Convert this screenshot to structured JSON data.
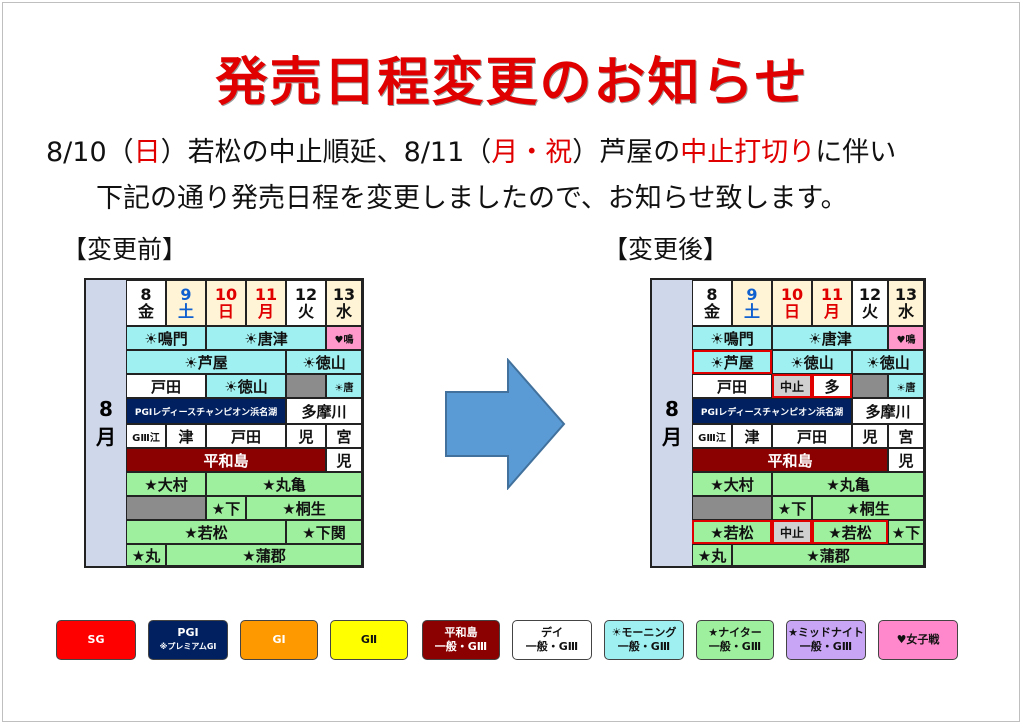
{
  "title": "発売日程変更のお知らせ",
  "notice": {
    "l1a": "8/10（",
    "l1b": "日",
    "l1c": "）若松の中止順延、8/11（",
    "l1d": "月・祝",
    "l1e": "）芦屋の",
    "l1f": "中止打切り",
    "l1g": "に伴い",
    "line2": "下記の通り発売日程を変更しましたので、お知らせ致します。"
  },
  "before_label": "【変更前】",
  "after_label": "【変更後】",
  "month": {
    "num": "8",
    "char": "月"
  },
  "days": [
    {
      "num": "8",
      "dow": "金"
    },
    {
      "num": "9",
      "dow": "土"
    },
    {
      "num": "10",
      "dow": "日"
    },
    {
      "num": "11",
      "dow": "月"
    },
    {
      "num": "12",
      "dow": "火"
    },
    {
      "num": "13",
      "dow": "水"
    }
  ],
  "before": {
    "naruto": "☀鳴門",
    "karatsu": "☀唐津",
    "naru_l": "♥鳴",
    "ashiya": "☀芦屋",
    "tokuyama": "☀徳山",
    "toda": "戸田",
    "tokuyama2": "☀徳山",
    "kara2": "☀唐",
    "pg1": "PGⅠレディースチャンピオン浜名湖",
    "tamagawa": "多摩川",
    "g3e": "GⅢ江",
    "tsu": "津",
    "toda2": "戸田",
    "ko": "児",
    "miya": "宮",
    "heiwa": "平和島",
    "ko2": "児",
    "omura": "★大村",
    "marugame": "★丸亀",
    "shimo": "★下",
    "kiryu": "★桐生",
    "wakamatsu": "★若松",
    "shimonoseki": "★下関",
    "maru": "★丸",
    "gamagori": "★蒲郡"
  },
  "after": {
    "naruto": "☀鳴門",
    "karatsu": "☀唐津",
    "naru_l": "♥鳴",
    "ashiya": "☀芦屋",
    "tokuyama": "☀徳山",
    "toku3": "☀徳山",
    "toda": "戸田",
    "chushi": "中止",
    "ta": "多",
    "kara2": "☀唐",
    "pg1": "PGⅠレディースチャンピオン浜名湖",
    "tamagawa": "多摩川",
    "g3e": "GⅢ江",
    "tsu": "津",
    "toda2": "戸田",
    "ko": "児",
    "miya": "宮",
    "heiwa": "平和島",
    "ko2": "児",
    "omura": "★大村",
    "marugame": "★丸亀",
    "shimo": "★下",
    "kiryu": "★桐生",
    "wakamatsu": "★若松",
    "chushi2": "中止",
    "wakamatsu2": "★若松",
    "shimo2": "★下",
    "maru": "★丸",
    "gamagori": "★蒲郡"
  },
  "legend": [
    {
      "l1": "SG",
      "l2": "",
      "bg": "#ff0000",
      "fg": "#ffffff"
    },
    {
      "l1": "PGⅠ",
      "l2": "※プレミアムGⅠ",
      "bg": "#002060",
      "fg": "#ffffff"
    },
    {
      "l1": "GⅠ",
      "l2": "",
      "bg": "#ff9900",
      "fg": "#ffffff"
    },
    {
      "l1": "GⅡ",
      "l2": "",
      "bg": "#ffff00",
      "fg": "#111111"
    },
    {
      "l1": "平和島",
      "l2": "一般・GⅢ",
      "bg": "#8b0000",
      "fg": "#ffffff"
    },
    {
      "l1": "デイ",
      "l2": "一般・GⅢ",
      "bg": "#ffffff",
      "fg": "#111111"
    },
    {
      "l1": "☀モーニング",
      "l2": "一般・GⅢ",
      "bg": "#9ff0f0",
      "fg": "#111111"
    },
    {
      "l1": "★ナイター",
      "l2": "一般・GⅢ",
      "bg": "#9ef09e",
      "fg": "#111111"
    },
    {
      "l1": "★ミッドナイト",
      "l2": "一般・GⅢ",
      "bg": "#c9a6f5",
      "fg": "#111111"
    },
    {
      "l1": "♥女子戦",
      "l2": "",
      "bg": "#ff88cc",
      "fg": "#111111"
    }
  ]
}
